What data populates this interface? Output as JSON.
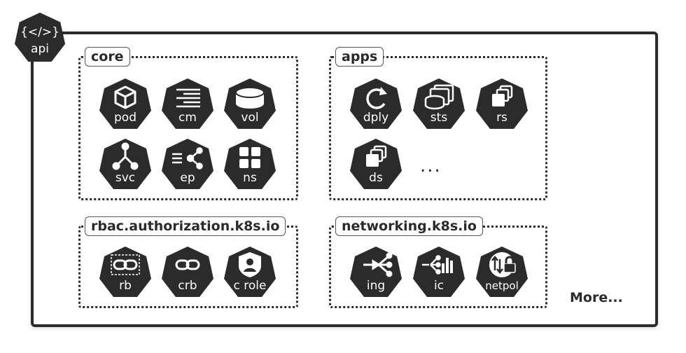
{
  "api": {
    "symbol": "{</>}",
    "label": "api"
  },
  "groups": [
    {
      "title": "core",
      "items": [
        {
          "label": "pod",
          "icon": "cube-icon"
        },
        {
          "label": "cm",
          "icon": "config-lines-icon"
        },
        {
          "label": "vol",
          "icon": "cylinder-icon"
        },
        {
          "label": "svc",
          "icon": "service-branch-icon"
        },
        {
          "label": "ep",
          "icon": "endpoint-icon"
        },
        {
          "label": "ns",
          "icon": "grid-icon"
        }
      ]
    },
    {
      "title": "apps",
      "items": [
        {
          "label": "dply",
          "icon": "refresh-icon"
        },
        {
          "label": "sts",
          "icon": "stateful-stack-icon"
        },
        {
          "label": "rs",
          "icon": "stack-icon"
        },
        {
          "label": "ds",
          "icon": "stack-icon"
        }
      ],
      "ellipsis": "..."
    },
    {
      "title": "rbac.authorization.k8s.io",
      "items": [
        {
          "label": "rb",
          "icon": "link-icon"
        },
        {
          "label": "crb",
          "icon": "link-icon"
        },
        {
          "label": "c role",
          "icon": "user-shield-icon"
        }
      ]
    },
    {
      "title": "networking.k8s.io",
      "items": [
        {
          "label": "ing",
          "icon": "ingress-icon"
        },
        {
          "label": "ic",
          "icon": "ingress-controller-icon"
        },
        {
          "label": "netpol",
          "icon": "network-policy-icon"
        }
      ]
    }
  ],
  "more": "More...",
  "colors": {
    "hept_fill": "#2b2b2b",
    "border": "#2b2b2b",
    "icon": "#ffffff"
  }
}
